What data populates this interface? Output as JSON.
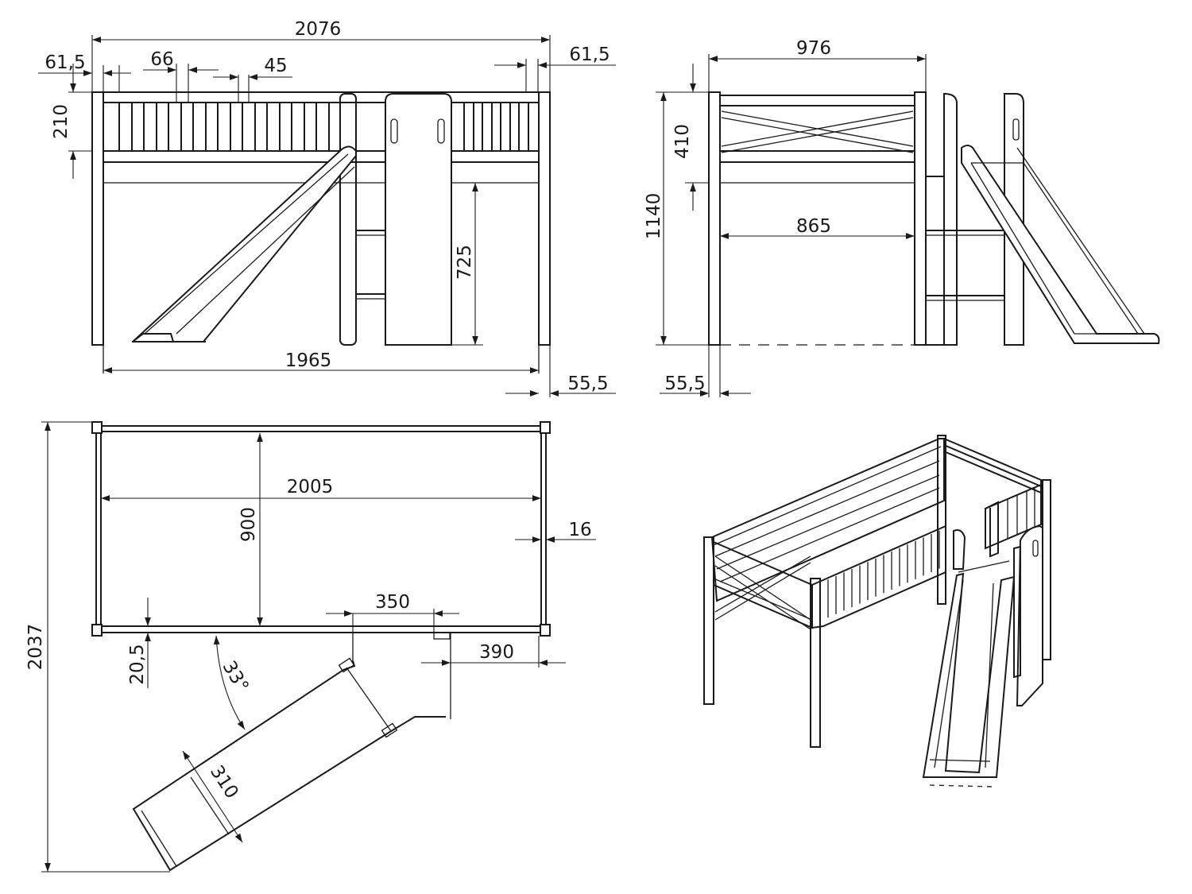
{
  "views": {
    "front": {
      "overall_width": "2076",
      "post_left": "61,5",
      "post_right": "61,5",
      "slat_width": "66",
      "slat_gap": "45",
      "rail_height": "210",
      "platform_height": "725",
      "inner_width": "1965",
      "offset_right": "55,5"
    },
    "side": {
      "overall_depth": "976",
      "rail_height": "410",
      "overall_height": "1140",
      "inner_depth": "865",
      "offset_left": "55,5"
    },
    "top": {
      "inner_length": "2005",
      "inner_depth": "900",
      "side_board": "16",
      "overall_length": "2037",
      "ladder_width": "350",
      "ladder_offset": "390",
      "edge_offset": "20,5",
      "slide_angle": "33°",
      "slide_width": "310"
    }
  }
}
